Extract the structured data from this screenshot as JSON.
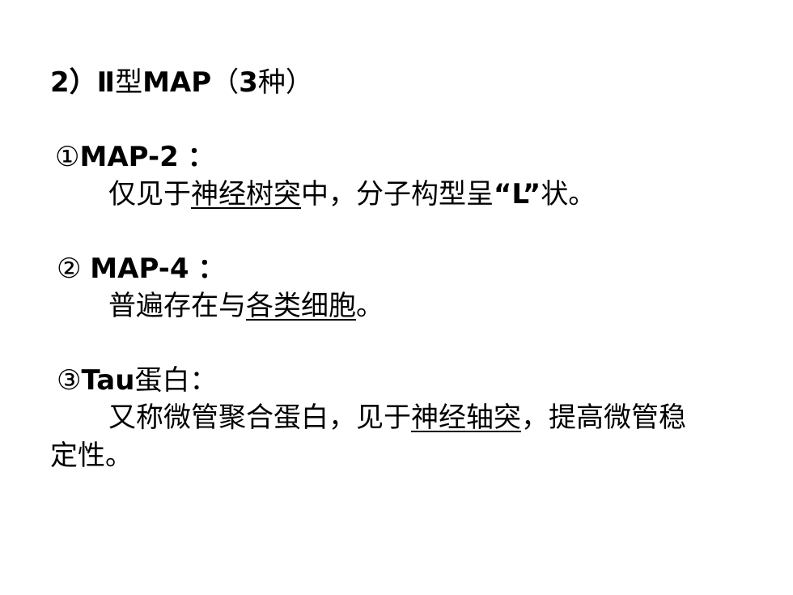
{
  "heading": {
    "num": "2）",
    "roman": "Ⅱ",
    "type_char": "型",
    "map": "MAP",
    "paren_open": "（",
    "count": "3",
    "kinds": "种",
    "paren_close": "）"
  },
  "item1": {
    "marker": "①",
    "name": "MAP-2",
    "colon": "：",
    "desc_a": "仅见于",
    "desc_u": "神经树突",
    "desc_b": "中，分子构型呈",
    "quote_open": "“",
    "letter": "L",
    "quote_close": "”",
    "desc_c": "状。"
  },
  "item2": {
    "marker": "②",
    "name": "MAP-4",
    "colon": "：",
    "desc_a": "普遍存在与",
    "desc_u": "各类细胞",
    "desc_b": "。"
  },
  "item3": {
    "marker": "③",
    "name": "Tau",
    "name_cn": "蛋白：",
    "desc_a": "又称微管聚合蛋白，见于",
    "desc_u": "神经轴突",
    "desc_b": "，提高微管稳",
    "desc_c": "定性。"
  }
}
